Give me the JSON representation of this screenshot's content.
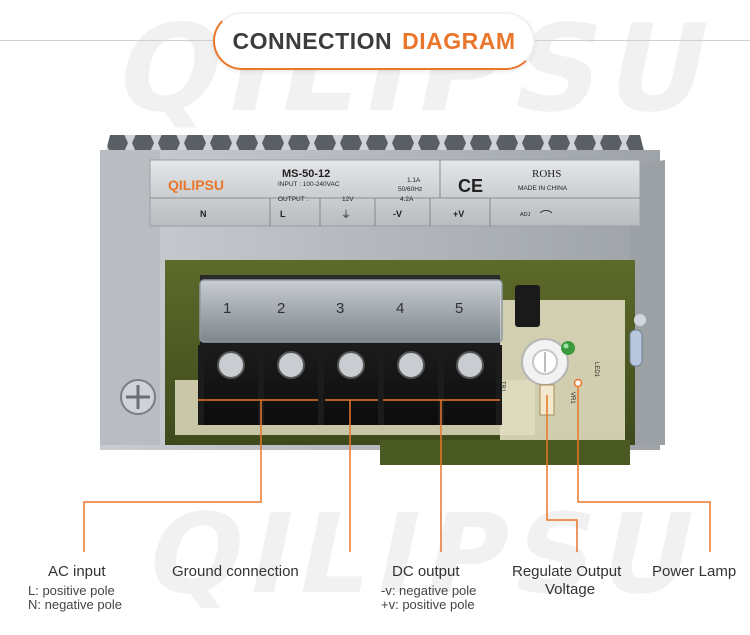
{
  "header": {
    "title_part1": "CONNECTION",
    "title_part2": "DIAGRAM"
  },
  "watermark": "QILIPSU",
  "product": {
    "brand": "QILIPSU",
    "model": "MS-50-12",
    "input_line": "INPUT : 100-240VAC",
    "input_current": "1.1A",
    "input_freq": "50/60Hz",
    "output_label": "OUTPUT :",
    "output_voltage": "12V",
    "output_current": "4.2A",
    "ce_mark": "CE",
    "rohs": "ROHS",
    "made_in": "MADE IN CHINA",
    "terminal_labels": [
      "N",
      "L",
      "⏚",
      "-V",
      "+V"
    ],
    "adj_label": "ADJ",
    "terminal_numbers": [
      "1",
      "2",
      "3",
      "4",
      "5"
    ],
    "pcb_labels": [
      "TB1",
      "VR1",
      "LED1"
    ]
  },
  "labels": {
    "ac_input": {
      "title": "AC input",
      "line1": "L: positive pole",
      "line2": "N: negative pole"
    },
    "ground": {
      "title": "Ground connection"
    },
    "dc_output": {
      "title": "DC  output",
      "line1": "-v: negative pole",
      "line2": "+v: positive pole"
    },
    "regulate": {
      "title_line1": "Regulate Output",
      "title_line2": "Voltage"
    },
    "power_lamp": {
      "title": "Power Lamp"
    }
  },
  "colors": {
    "accent": "#e9762a",
    "title_dark": "#3c3c3c"
  }
}
